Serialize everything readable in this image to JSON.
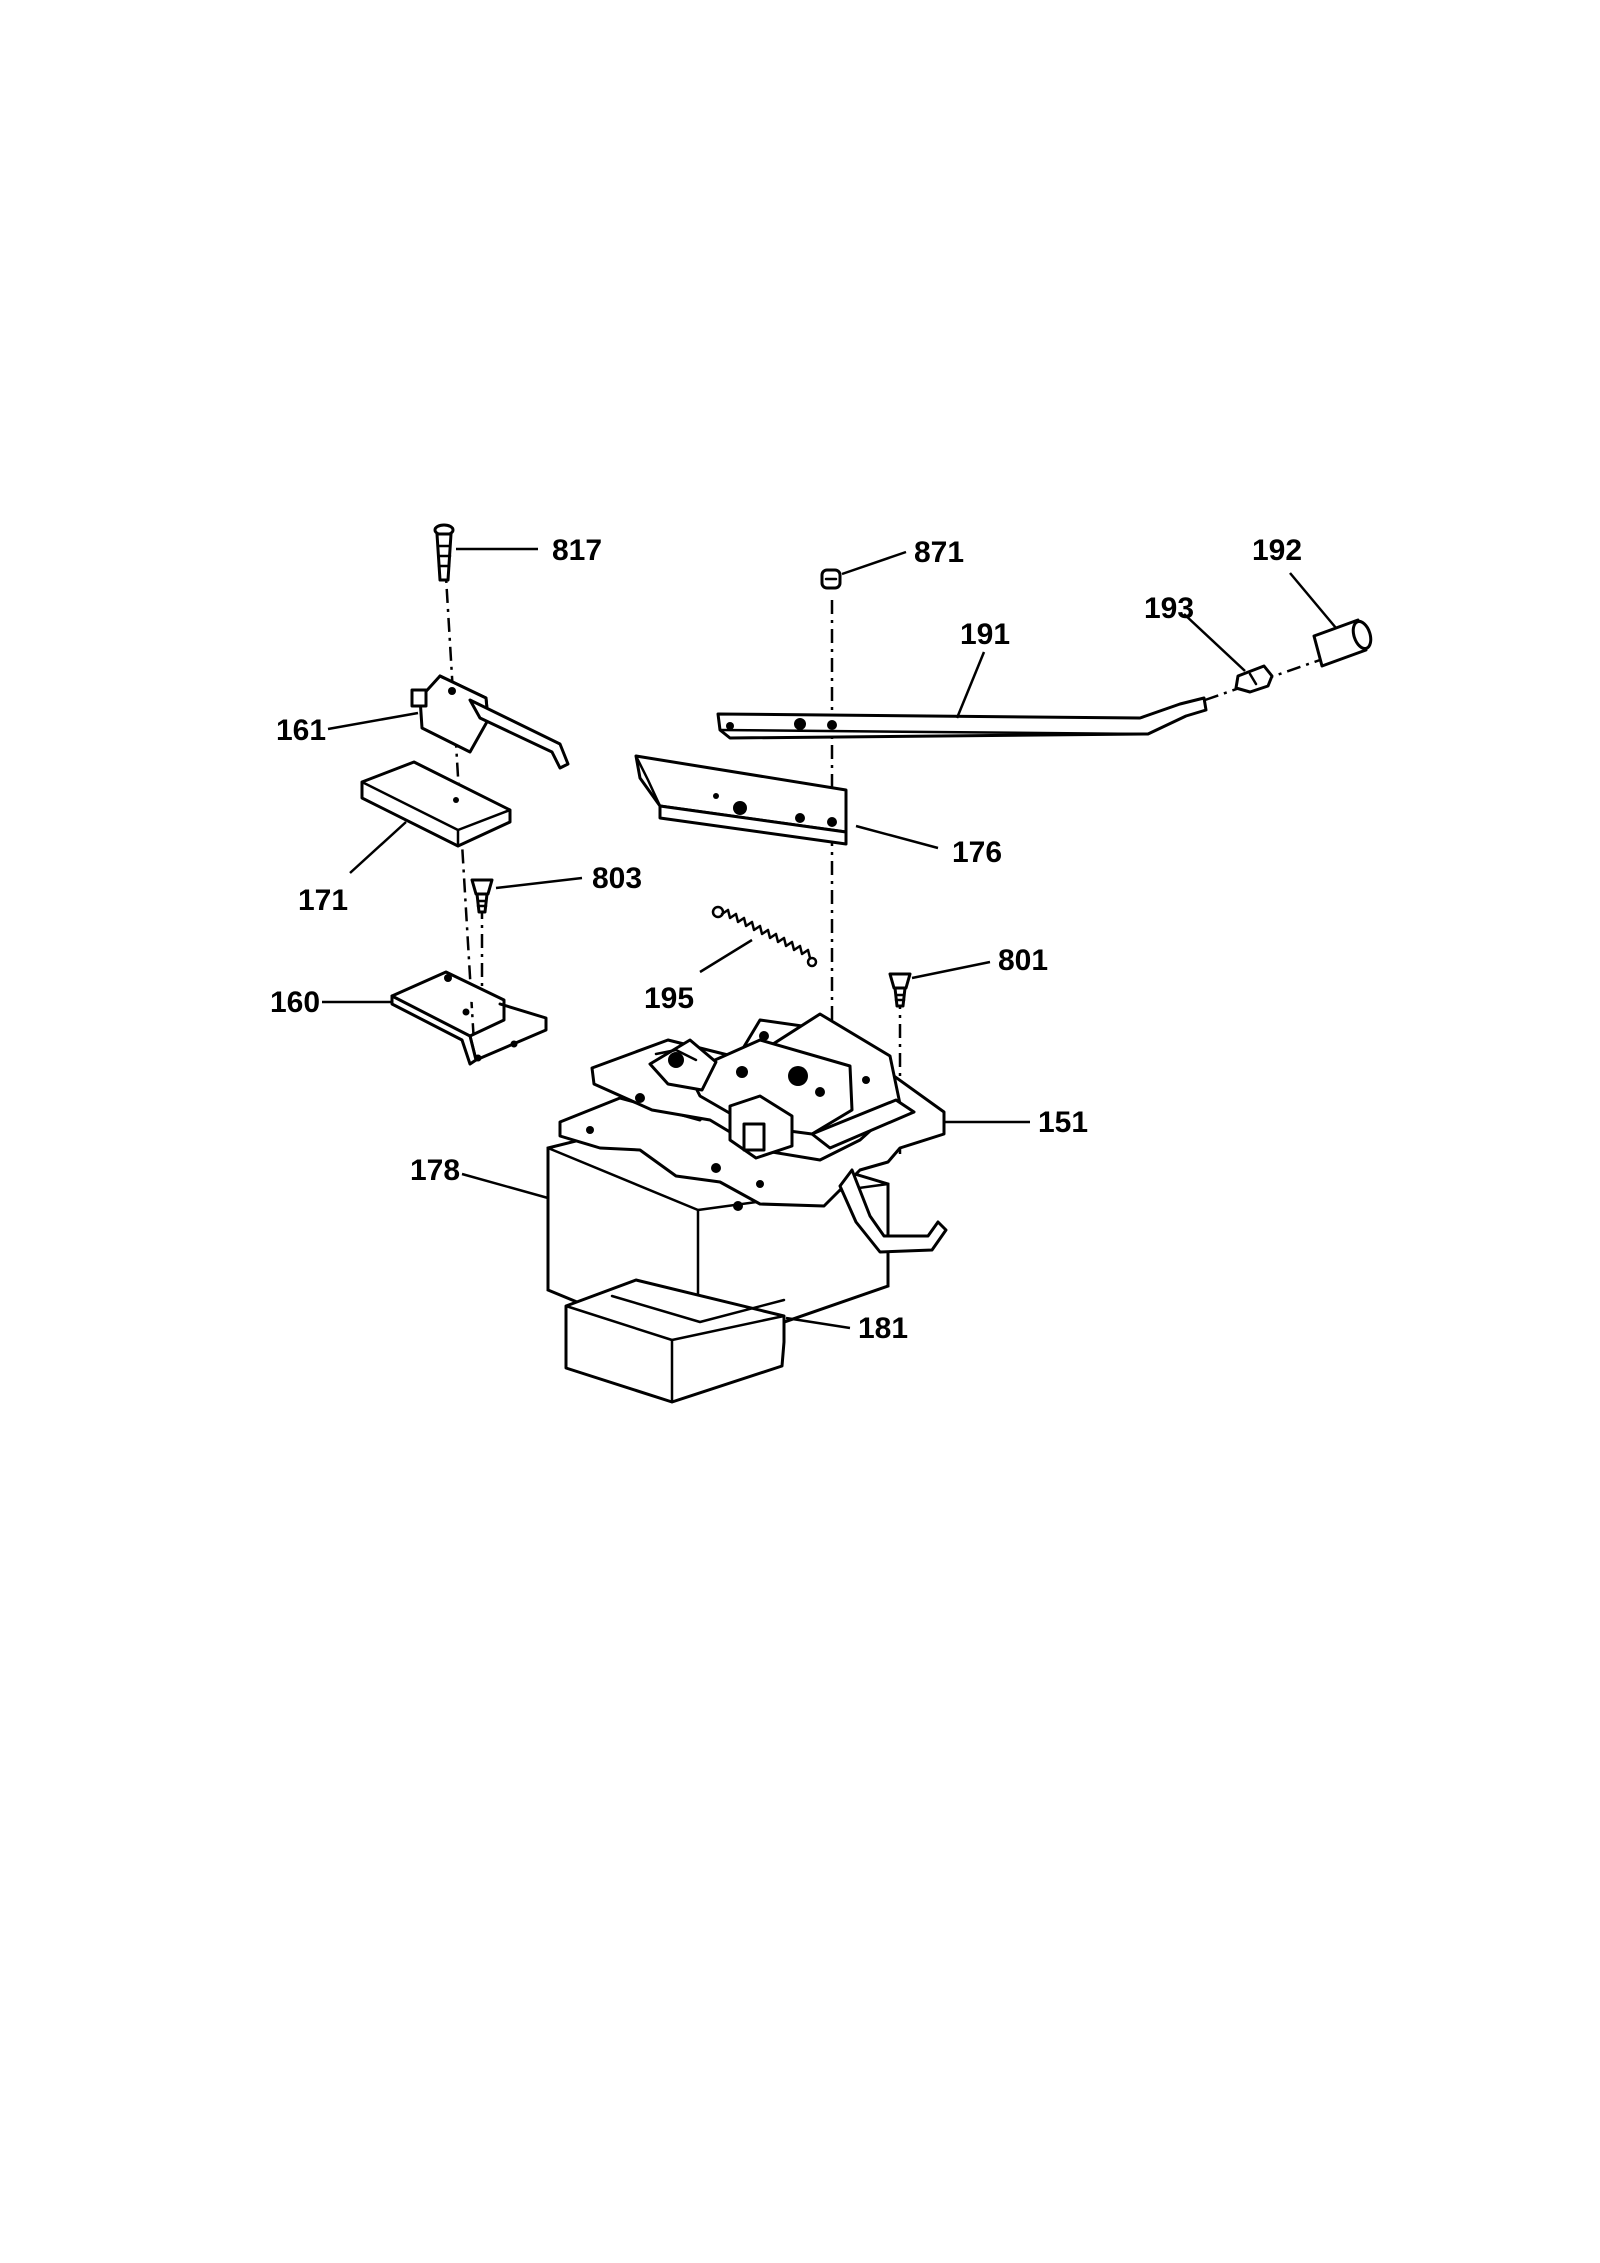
{
  "diagram": {
    "callouts": {
      "c817": "817",
      "c871": "871",
      "c192": "192",
      "c193": "193",
      "c191": "191",
      "c161": "161",
      "c176": "176",
      "c171": "171",
      "c803": "803",
      "c801": "801",
      "c160": "160",
      "c195": "195",
      "c151": "151",
      "c178": "178",
      "c181": "181"
    }
  }
}
